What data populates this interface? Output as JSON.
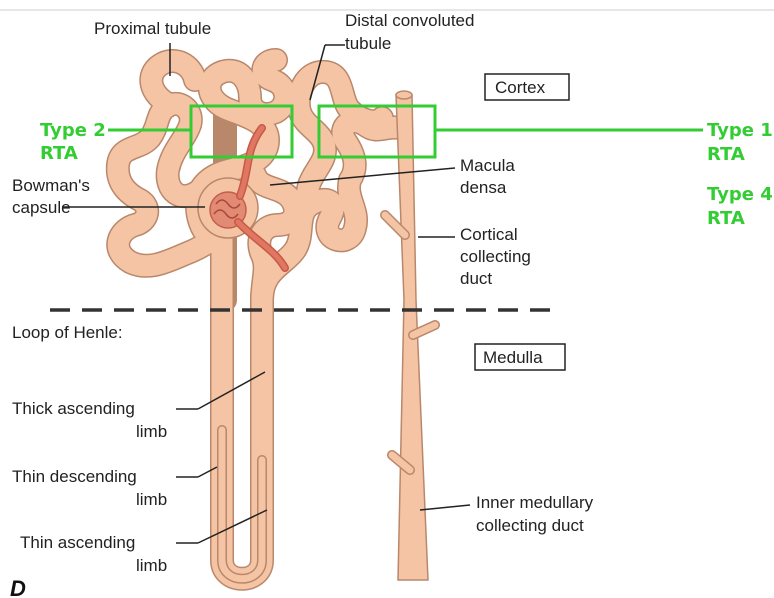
{
  "labels": {
    "proximal_tubule": "Proximal tubule",
    "distal_line1": "Distal convoluted",
    "distal_line2": "tubule",
    "cortex": "Cortex",
    "medulla": "Medulla",
    "macula_line1": "Macula",
    "macula_line2": "densa",
    "bowman_line1": "Bowman's",
    "bowman_line2": "capsule",
    "cortical_line1": "Cortical",
    "cortical_line2": "collecting",
    "cortical_line3": "duct",
    "loop_of_henle": "Loop of Henle:",
    "thick_line1": "Thick ascending",
    "thick_line2": "limb",
    "thin_desc_line1": "Thin descending",
    "thin_desc_line2": "limb",
    "thin_asc_line1": "Thin ascending",
    "thin_asc_line2": "limb",
    "inner_line1": "Inner medullary",
    "inner_line2": "collecting duct",
    "panel_letter": "D"
  },
  "annotations": {
    "type2_line1": "Type 2",
    "type2_line2": "RTA",
    "type1_line1": "Type 1",
    "type1_line2": "RTA",
    "type4_line1": "Type 4",
    "type4_line2": "RTA"
  },
  "colors": {
    "tubule_fill": "#f5c4a5",
    "tubule_stroke": "#b9876a",
    "vessel": "#d96a55",
    "annotation_green": "#33cc33",
    "text": "#222222"
  }
}
